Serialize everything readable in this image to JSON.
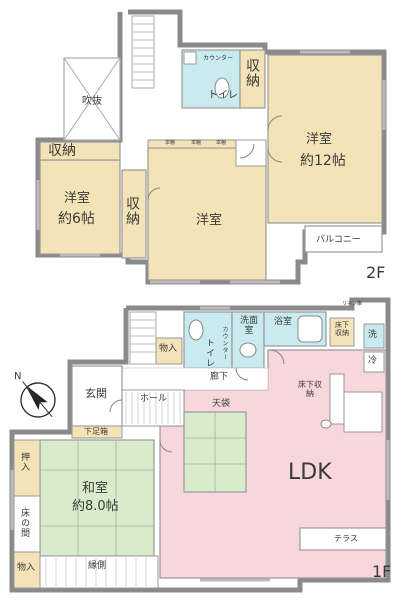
{
  "floor2": {
    "label": "2F",
    "rooms": {
      "fukinuke": "吹抜",
      "counter": "カウンター",
      "toilet": "トイレ",
      "closet_a": "収納",
      "western12_name": "洋室",
      "western12_size": "約12帖",
      "closet_b": "収納",
      "western6_name": "洋室",
      "western6_size": "約6帖",
      "closet_c": "収納",
      "western_center": "洋室",
      "balcony": "バルコニー",
      "shelf": "本棚"
    }
  },
  "floor1": {
    "label": "1F",
    "rooms": {
      "storage": "物入",
      "toilet": "トイレ",
      "counter": "カウンター",
      "washroom": "洗面室",
      "bathroom": "浴室",
      "underfloor_a": "床下収納",
      "washer": "洗",
      "fridge": "冷",
      "linen": "リネン庫",
      "entrance": "玄関",
      "hall": "ホール",
      "corridor": "廊下",
      "shoebox": "下足箱",
      "tenbukuro": "天袋",
      "underfloor_b": "床下収納",
      "ldk": "LDK",
      "oshiire": "押入",
      "washitsu_name": "和室",
      "washitsu_size": "約8.0帖",
      "tokonoma": "床の間",
      "storage_b": "物入",
      "engawa": "縁側",
      "terrace": "テラス"
    }
  },
  "compass": {
    "label": "N"
  },
  "colors": {
    "western": "#f3e3b6",
    "washitsu": "#d8eccb",
    "ldk": "#f7d6dc",
    "wet": "#c9ebf0",
    "wall": "#8a8a8a",
    "closet": "#f3e3b6"
  }
}
